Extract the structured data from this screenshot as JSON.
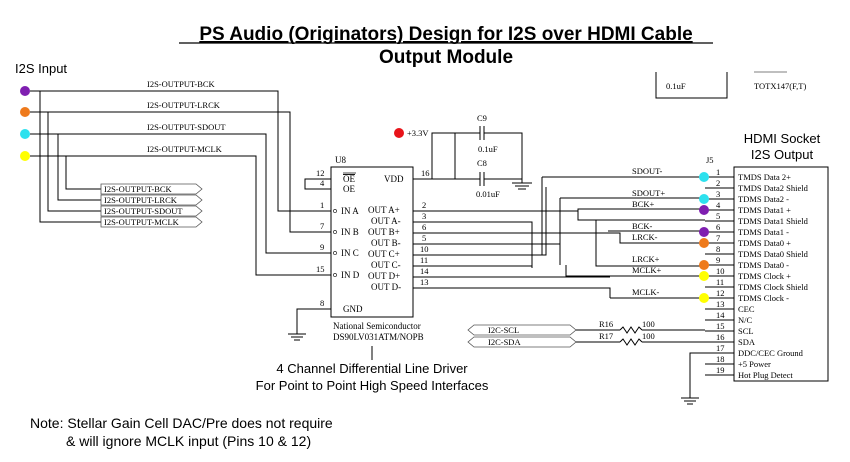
{
  "title": {
    "line1": "PS Audio (Originators) Design for I2S over HDMI Cable",
    "line2": "Output Module"
  },
  "i2s_input": {
    "label": "I2S Input",
    "wires": [
      {
        "label": "I2S-OUTPUT-BCK",
        "dot_color": "#7f1fb0"
      },
      {
        "label": "I2S-OUTPUT-LRCK",
        "dot_color": "#ee7a1c"
      },
      {
        "label": "I2S-OUTPUT-SDOUT",
        "dot_color": "#2de1ee"
      },
      {
        "label": "I2S-OUTPUT-MCLK",
        "dot_color": "#ffff00"
      }
    ],
    "ports": [
      "I2S-OUTPUT-BCK",
      "I2S-OUTPUT-LRCK",
      "I2S-OUTPUT-SDOUT",
      "I2S-OUTPUT-MCLK"
    ]
  },
  "power": {
    "label": "+3.3V",
    "dot_color": "#e8141a",
    "c9": {
      "ref": "C9",
      "value": "0.1uF"
    },
    "c8": {
      "ref": "C8",
      "value": "0.01uF"
    }
  },
  "u8": {
    "ref": "U8",
    "part1": "National Semiconductor",
    "part2": "DS90LV031ATM/NOPB",
    "left_pins": [
      {
        "num": "12",
        "name": "OE"
      },
      {
        "num": "4",
        "name": "OE"
      },
      {
        "num": "1",
        "name": "IN A"
      },
      {
        "num": "7",
        "name": "IN B"
      },
      {
        "num": "9",
        "name": "IN C"
      },
      {
        "num": "15",
        "name": "IN D"
      },
      {
        "num": "8",
        "name": "GND"
      }
    ],
    "right_pins": [
      {
        "num": "16",
        "name": "VDD"
      },
      {
        "num": "2",
        "name": "OUT A+"
      },
      {
        "num": "3",
        "name": "OUT A-"
      },
      {
        "num": "6",
        "name": "OUT B+"
      },
      {
        "num": "5",
        "name": "OUT B-"
      },
      {
        "num": "10",
        "name": "OUT C+"
      },
      {
        "num": "11",
        "name": "OUT C-"
      },
      {
        "num": "14",
        "name": "OUT D+"
      },
      {
        "num": "13",
        "name": "OUT D-"
      }
    ],
    "caption1": "4 Channel Differential Line Driver",
    "caption2": "For Point to Point High Speed Interfaces"
  },
  "net_labels": [
    "SDOUT-",
    "SDOUT+",
    "BCK+",
    "BCK-",
    "LRCK-",
    "LRCK+",
    "MCLK+",
    "MCLK-"
  ],
  "top_right_fragment": {
    "value": "0.1uF",
    "part": "TOTX147(F,T)"
  },
  "j5": {
    "ref": "J5",
    "heading1": "HDMI Socket",
    "heading2": "I2S Output",
    "pins": [
      {
        "num": "1",
        "name": "TMDS Data 2+",
        "dot": "#2de1ee"
      },
      {
        "num": "2",
        "name": "TMDS Data2 Shield",
        "dot": ""
      },
      {
        "num": "3",
        "name": "TDMS Data2 -",
        "dot": "#2de1ee"
      },
      {
        "num": "4",
        "name": "TDMS Data1 +",
        "dot": "#7f1fb0"
      },
      {
        "num": "5",
        "name": "TDMS Data1 Shield",
        "dot": ""
      },
      {
        "num": "6",
        "name": "TDMS Data1 -",
        "dot": "#7f1fb0"
      },
      {
        "num": "7",
        "name": "TDMS Data0 +",
        "dot": "#ee7a1c"
      },
      {
        "num": "8",
        "name": "TDMS Data0 Shield",
        "dot": ""
      },
      {
        "num": "9",
        "name": "TDMS Data0 -",
        "dot": "#ee7a1c"
      },
      {
        "num": "10",
        "name": "TDMS Clock +",
        "dot": "#ffff00"
      },
      {
        "num": "11",
        "name": "TDMS Clock Shield",
        "dot": ""
      },
      {
        "num": "12",
        "name": "TDMS Clock -",
        "dot": "#ffff00"
      },
      {
        "num": "13",
        "name": "CEC",
        "dot": ""
      },
      {
        "num": "14",
        "name": "N/C",
        "dot": ""
      },
      {
        "num": "15",
        "name": "SCL",
        "dot": ""
      },
      {
        "num": "16",
        "name": "SDA",
        "dot": ""
      },
      {
        "num": "17",
        "name": "DDC/CEC Ground",
        "dot": ""
      },
      {
        "num": "18",
        "name": "+5 Power",
        "dot": ""
      },
      {
        "num": "19",
        "name": "Hot Plug Detect",
        "dot": ""
      }
    ]
  },
  "i2c": {
    "ports": [
      "I2C-SCL",
      "I2C-SDA"
    ],
    "r16": {
      "ref": "R16",
      "value": "100"
    },
    "r17": {
      "ref": "R17",
      "value": "100"
    }
  },
  "note": {
    "line1": "Note: Stellar Gain Cell DAC/Pre does not require",
    "line2": "& will ignore MCLK input (Pins 10 & 12)"
  }
}
